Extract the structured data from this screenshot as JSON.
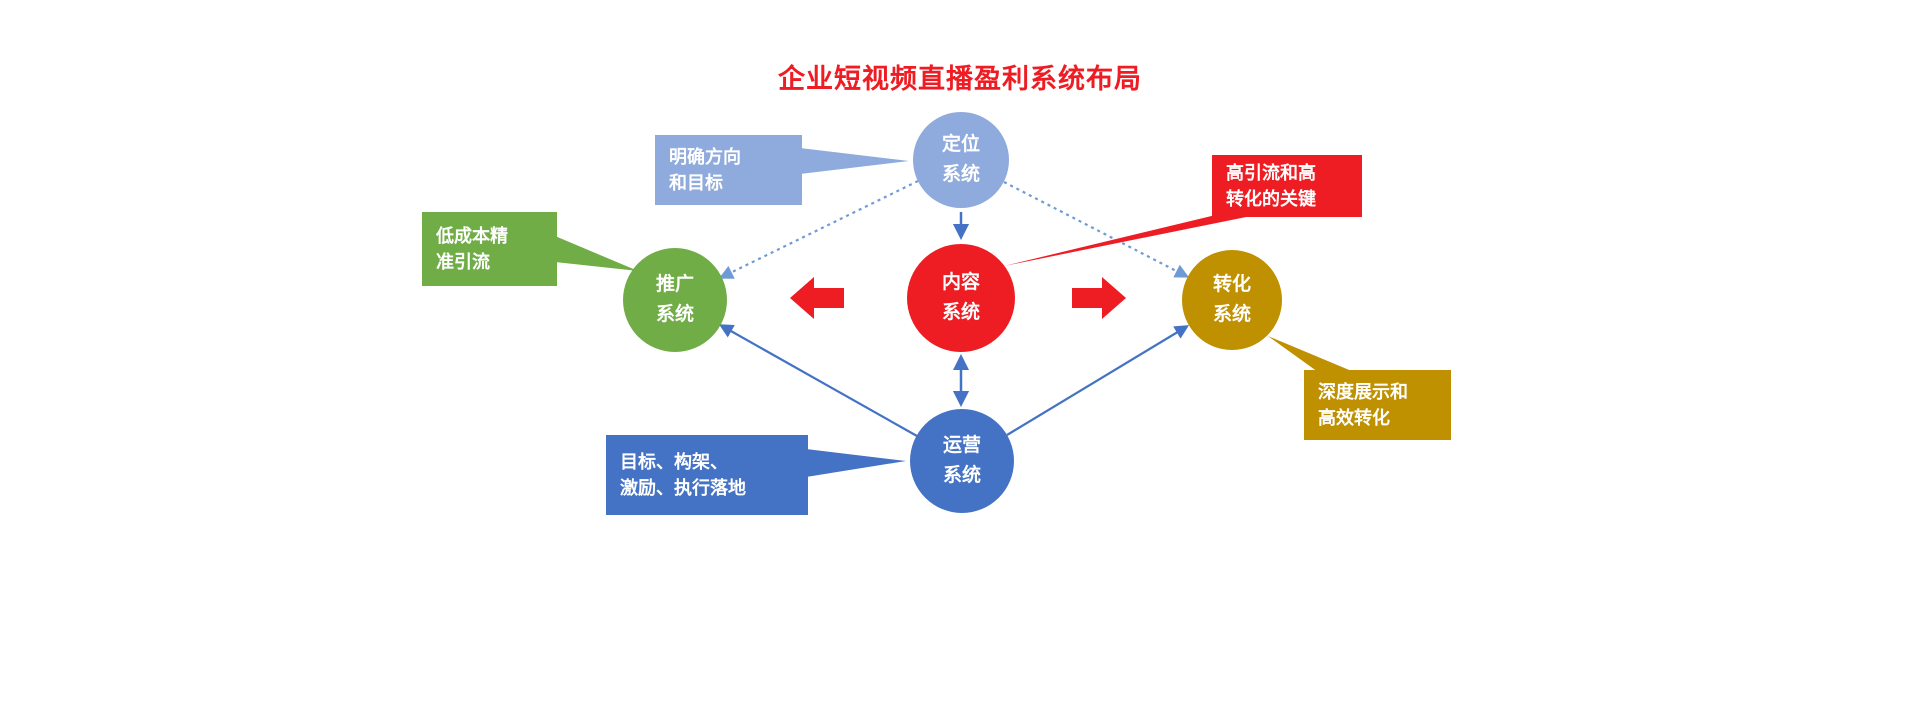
{
  "title": "企业短视频直播盈利系统布局",
  "colors": {
    "red": "#EE1D23",
    "light_blue": "#8FAADC",
    "green": "#70AD47",
    "gold": "#BF9000",
    "blue": "#4472C4",
    "connector_light": "#6E9BD5",
    "connector_blue": "#4472C4",
    "background": "#FFFFFF",
    "text_on_shapes": "#FFFFFF"
  },
  "nodes": {
    "positioning": {
      "line1": "定位",
      "line2": "系统"
    },
    "content": {
      "line1": "内容",
      "line2": "系统"
    },
    "promotion": {
      "line1": "推广",
      "line2": "系统"
    },
    "conversion": {
      "line1": "转化",
      "line2": "系统"
    },
    "operations": {
      "line1": "运营",
      "line2": "系统"
    }
  },
  "callouts": {
    "positioning": {
      "line1": "明确方向",
      "line2": "和目标"
    },
    "promotion": {
      "line1": "低成本精",
      "line2": "准引流"
    },
    "content": {
      "line1": "高引流和高",
      "line2": "转化的关键"
    },
    "conversion": {
      "line1": "深度展示和",
      "line2": "高效转化"
    },
    "operations": {
      "line1": "目标、构架、",
      "line2": "激励、执行落地"
    }
  }
}
